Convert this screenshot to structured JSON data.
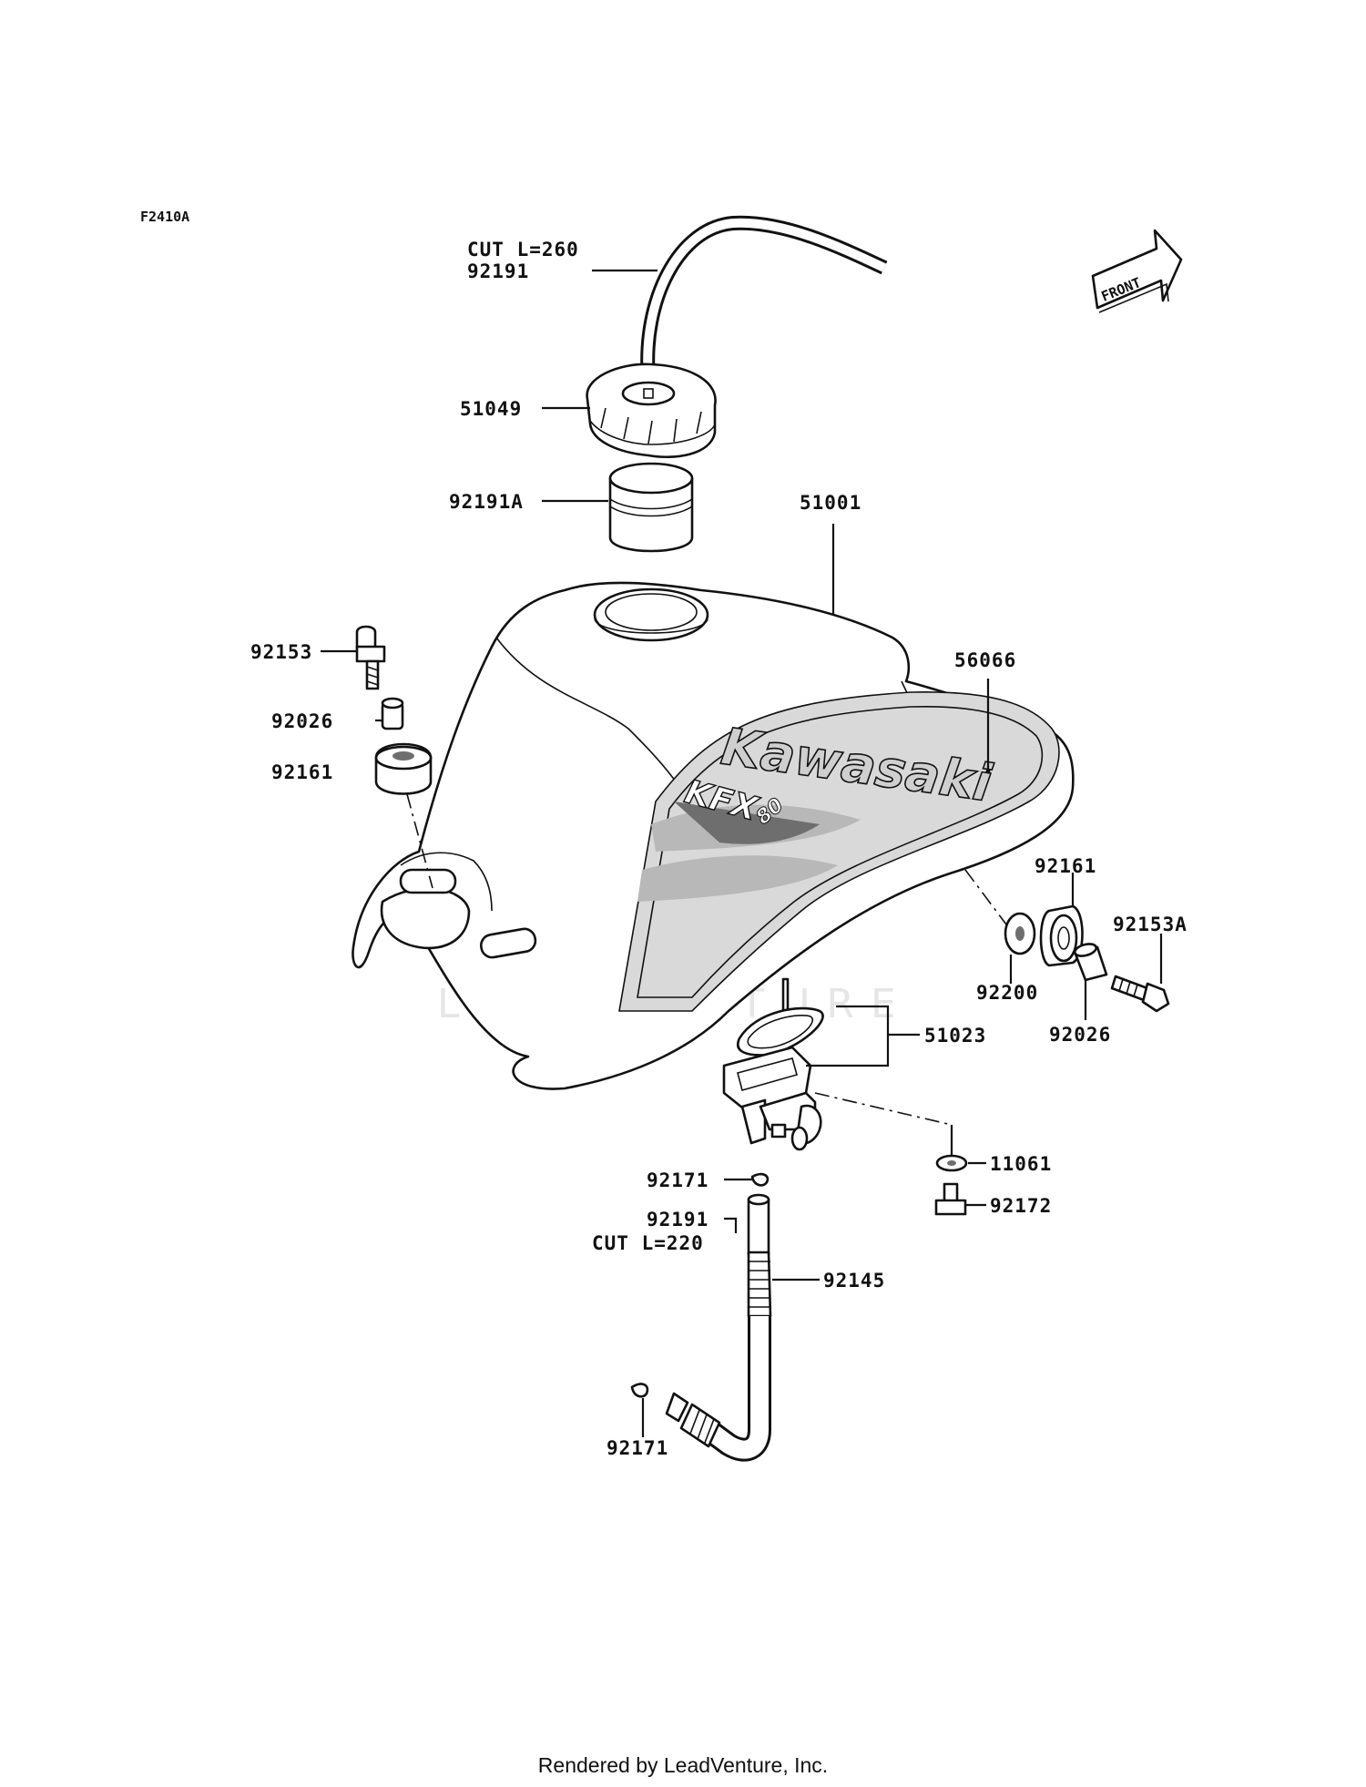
{
  "diagram": {
    "code": "F2410A",
    "front_label": "FRONT",
    "watermark": "LEADVENTURE",
    "logo": {
      "brand": "Kawasaki",
      "model": "KFX",
      "model_number": "80"
    },
    "parts": {
      "p92191_top": "92191",
      "cut_top": "CUT L=260",
      "p51049": "51049",
      "p92191A": "92191A",
      "p51001": "51001",
      "p56066": "56066",
      "p92153": "92153",
      "p92026_left": "92026",
      "p92161_left": "92161",
      "p92161_right": "92161",
      "p92153A": "92153A",
      "p92200": "92200",
      "p92026_right": "92026",
      "p51023": "51023",
      "p11061": "11061",
      "p92172": "92172",
      "p92171_top": "92171",
      "p92191_bottom": "92191",
      "cut_bottom": "CUT L=220",
      "p92145": "92145",
      "p92171_bottom": "92171"
    }
  },
  "footer": {
    "text": "Rendered by LeadVenture, Inc."
  }
}
